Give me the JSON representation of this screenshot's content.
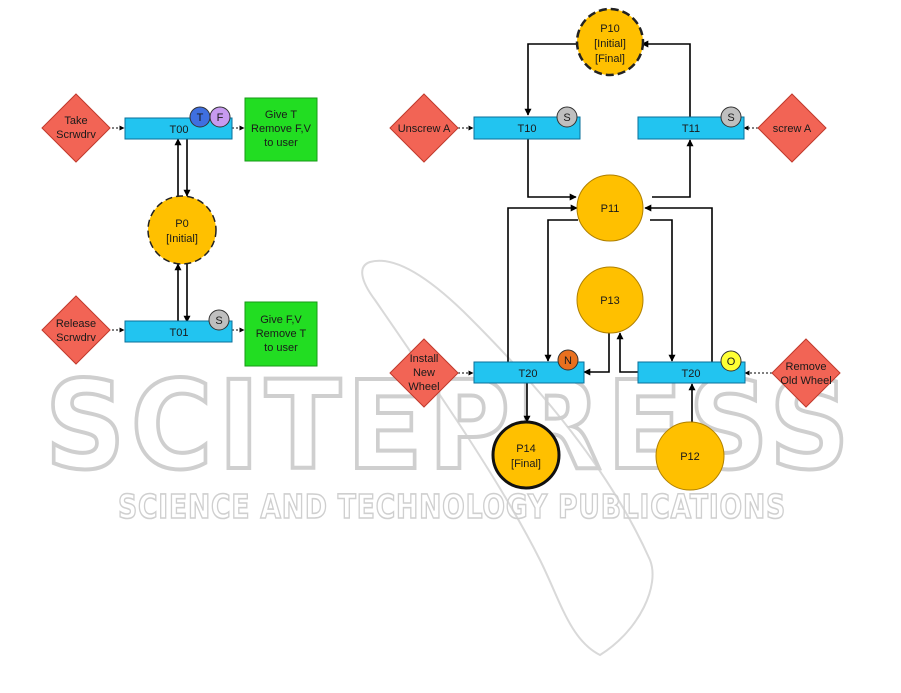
{
  "watermark": {
    "title": "SCITEPRESS",
    "subtitle": "SCIENCE AND TECHNOLOGY PUBLICATIONS"
  },
  "colors": {
    "transition": "#22c4f0",
    "place": "#ffc000",
    "event": "#f26455",
    "action": "#22dd22",
    "badge_t": "#3f6fe0",
    "badge_f": "#c79af0",
    "badge_s": "#bfbfbf",
    "badge_n": "#e8701f",
    "badge_o": "#ffff33",
    "watermark": "#cfcfcf"
  },
  "diagram": {
    "places": [
      {
        "id": "p0",
        "lines": [
          "P0",
          "[Initial]"
        ],
        "style": "dashed"
      },
      {
        "id": "p10",
        "lines": [
          "P10",
          "[Initial]",
          "[Final]"
        ],
        "style": "dashed"
      },
      {
        "id": "p11",
        "lines": [
          "P11"
        ],
        "style": "normal"
      },
      {
        "id": "p13",
        "lines": [
          "P13"
        ],
        "style": "normal"
      },
      {
        "id": "p14",
        "lines": [
          "P14",
          "[Final]"
        ],
        "style": "bold"
      },
      {
        "id": "p12",
        "lines": [
          "P12"
        ],
        "style": "normal"
      }
    ],
    "transitions": [
      {
        "id": "t00",
        "label": "T00"
      },
      {
        "id": "t01",
        "label": "T01"
      },
      {
        "id": "t10",
        "label": "T10"
      },
      {
        "id": "t11",
        "label": "T11"
      },
      {
        "id": "t20a",
        "label": "T20"
      },
      {
        "id": "t20b",
        "label": "T20"
      }
    ],
    "events": [
      {
        "id": "take",
        "lines": [
          "Take",
          "Scrwdrv"
        ]
      },
      {
        "id": "release",
        "lines": [
          "Release",
          "Scrwdrv"
        ]
      },
      {
        "id": "unscrew",
        "lines": [
          "Unscrew A"
        ]
      },
      {
        "id": "screw",
        "lines": [
          "screw A"
        ]
      },
      {
        "id": "install",
        "lines": [
          "Install",
          "New",
          "Wheel"
        ]
      },
      {
        "id": "remove",
        "lines": [
          "Remove",
          "Old Wheel"
        ]
      }
    ],
    "actions": [
      {
        "id": "give-t",
        "lines": [
          "Give T",
          "Remove F,V",
          "to user"
        ]
      },
      {
        "id": "give-fv",
        "lines": [
          "Give F,V",
          "Remove T",
          "to user"
        ]
      }
    ],
    "badges": [
      {
        "id": "b-t",
        "label": "T",
        "color": "badge_t"
      },
      {
        "id": "b-f",
        "label": "F",
        "color": "badge_f"
      },
      {
        "id": "b-s1",
        "label": "S",
        "color": "badge_s"
      },
      {
        "id": "b-s2",
        "label": "S",
        "color": "badge_s"
      },
      {
        "id": "b-s3",
        "label": "S",
        "color": "badge_s"
      },
      {
        "id": "b-n",
        "label": "N",
        "color": "badge_n"
      },
      {
        "id": "b-o",
        "label": "O",
        "color": "badge_o"
      }
    ]
  }
}
